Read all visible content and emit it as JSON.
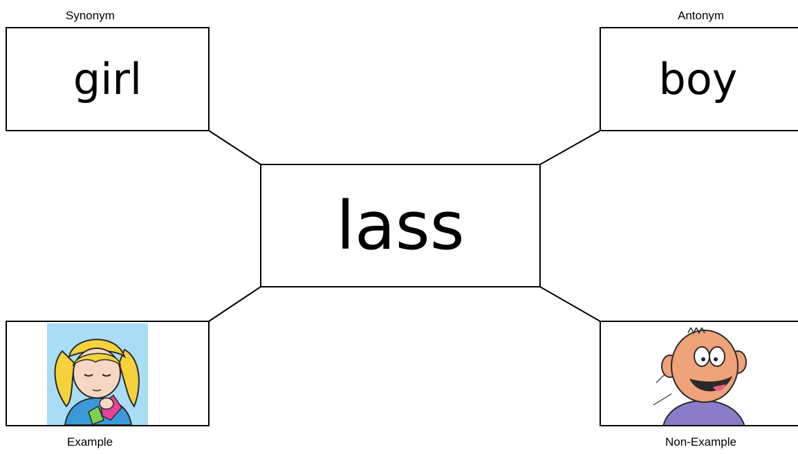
{
  "center": {
    "word": "lass"
  },
  "quadrants": {
    "synonym": {
      "label": "Synonym",
      "word": "girl"
    },
    "antonym": {
      "label": "Antonym",
      "word": "boy"
    },
    "example": {
      "label": "Example",
      "image": "girl-clipart"
    },
    "non_example": {
      "label": "Non-Example",
      "image": "boy-clipart"
    }
  },
  "colors": {
    "border": "#000000",
    "girl_background": "#a8ddf5",
    "girl_hair": "#f5d13b",
    "boy_skin": "#f0a27a",
    "boy_shirt": "#8a7cc9"
  }
}
